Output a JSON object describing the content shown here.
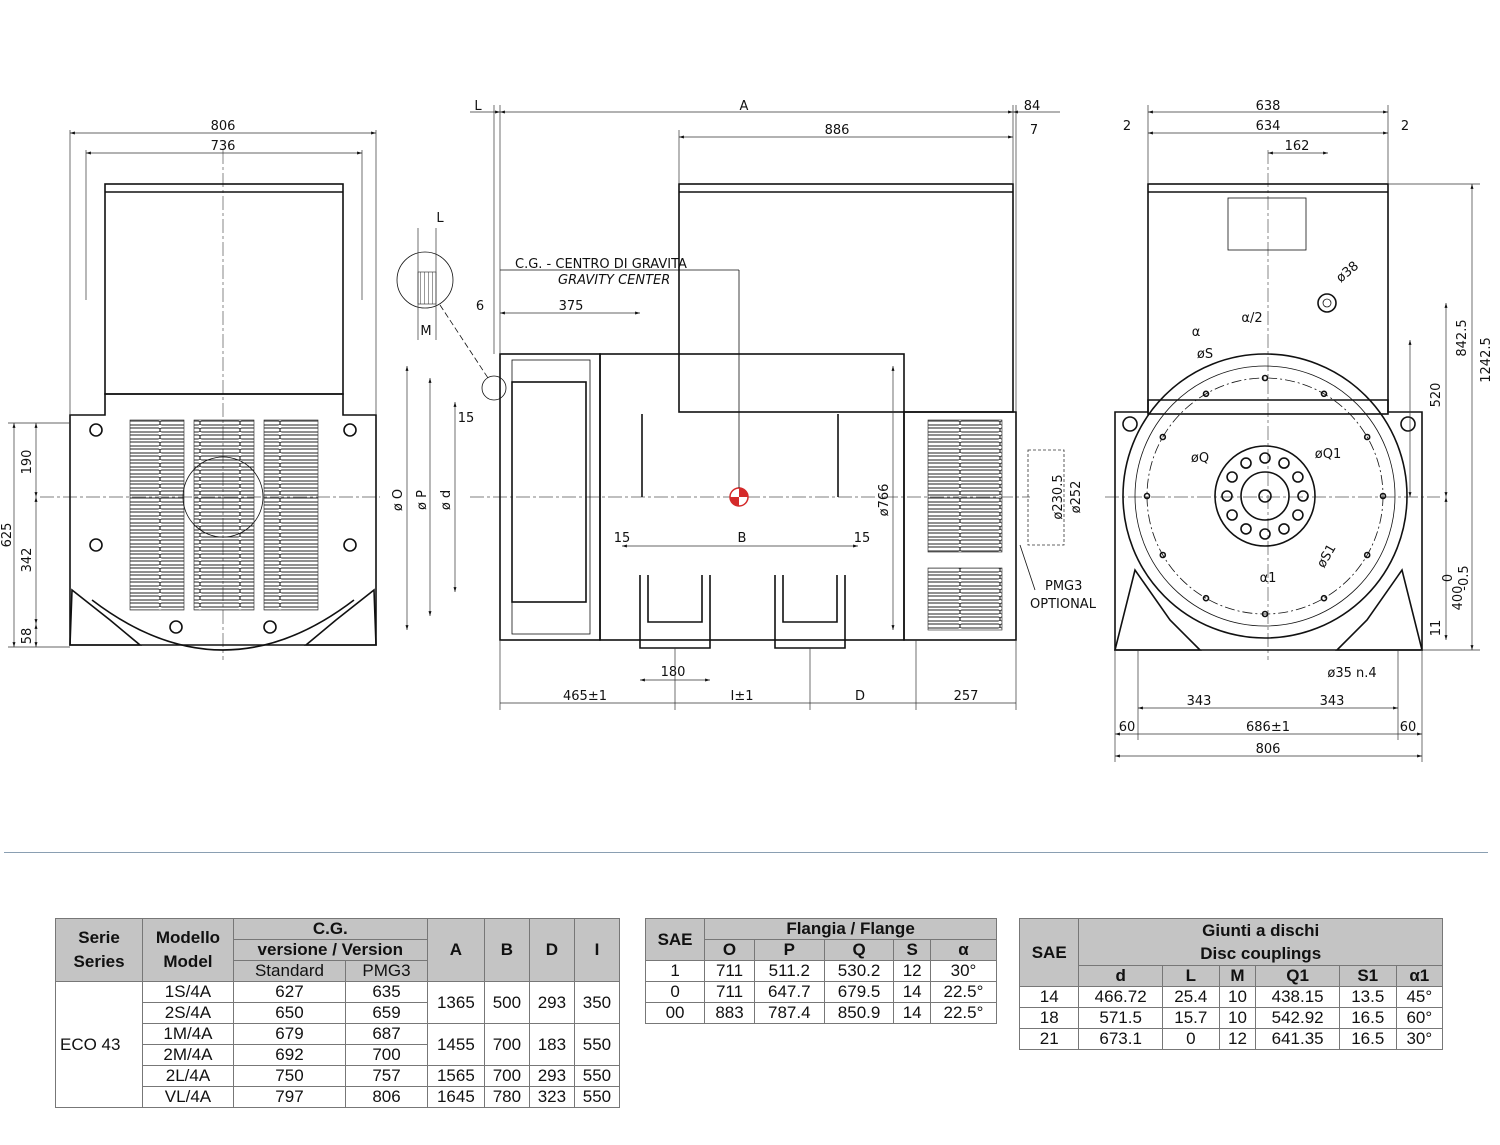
{
  "drawing": {
    "front_view": {
      "width_total": "806",
      "width_inner": "736",
      "heights": [
        "625",
        "190",
        "342",
        "58"
      ]
    },
    "side_view": {
      "labels": {
        "A": "A",
        "L_top": "L",
        "d84": "84",
        "d886": "886",
        "d7": "7",
        "cg_line1": "C.G. -  CENTRO DI GRAVITA",
        "cg_line2": "GRAVITY CENTER",
        "d6": "6",
        "d375": "375",
        "d15a": "15",
        "d15b": "15",
        "d15c": "15",
        "B": "B",
        "phiO": "ø O",
        "phiP": "ø P",
        "phid": "ø d",
        "phi766": "ø766",
        "phi230": "ø230.5",
        "phi252": "ø252",
        "pmg3": "PMG3",
        "optional": "OPTIONAL",
        "d180": "180",
        "d465": "465±1",
        "I": "I±1",
        "D": "D",
        "d257": "257",
        "detail_L": "L",
        "detail_M": "M"
      }
    },
    "end_view": {
      "labels": {
        "d638": "638",
        "d634": "634",
        "d2a": "2",
        "d2b": "2",
        "d162": "162",
        "phi38": "ø38",
        "alpha": "α",
        "alpha2": "α/2",
        "phiS": "øS",
        "phiQ": "øQ",
        "phiQ1": "øQ1",
        "phiS1": "øS1",
        "alpha1": "α1",
        "d842": "842.5",
        "d1242": "1242.5",
        "d520": "520",
        "d400": "400",
        "tol_hi": "0",
        "tol_lo": "-0.5",
        "d11": "11",
        "phi35": "ø35 n.4",
        "d343a": "343",
        "d343b": "343",
        "d60a": "60",
        "d686": "686±1",
        "d60b": "60",
        "d806": "806"
      }
    }
  },
  "model_table": {
    "h_serie": "Serie",
    "h_series": "Series",
    "h_modello": "Modello",
    "h_model": "Model",
    "h_cg": "C.G.",
    "h_versione": "versione / Version",
    "h_standard": "Standard",
    "h_pmg3": "PMG3",
    "h_A": "A",
    "h_B": "B",
    "h_D": "D",
    "h_I": "I",
    "series_name": "ECO 43",
    "rows": [
      {
        "model": "1S/4A",
        "std": "627",
        "pmg3": "635"
      },
      {
        "model": "2S/4A",
        "std": "650",
        "pmg3": "659"
      },
      {
        "model": "1M/4A",
        "std": "679",
        "pmg3": "687"
      },
      {
        "model": "2M/4A",
        "std": "692",
        "pmg3": "700"
      },
      {
        "model": "2L/4A",
        "std": "750",
        "pmg3": "757"
      },
      {
        "model": "VL/4A",
        "std": "797",
        "pmg3": "806"
      }
    ],
    "groups": [
      {
        "A": "1365",
        "B": "500",
        "D": "293",
        "I": "350"
      },
      {
        "A": "1455",
        "B": "700",
        "D": "183",
        "I": "550"
      },
      {
        "A": "1565",
        "B": "700",
        "D": "293",
        "I": "550"
      },
      {
        "A": "1645",
        "B": "780",
        "D": "323",
        "I": "550"
      }
    ]
  },
  "flange_table": {
    "h_sae": "SAE",
    "h_title": "Flangia / Flange",
    "cols": [
      "O",
      "P",
      "Q",
      "S",
      "α"
    ],
    "rows": [
      [
        "1",
        "711",
        "511.2",
        "530.2",
        "12",
        "30°"
      ],
      [
        "0",
        "711",
        "647.7",
        "679.5",
        "14",
        "22.5°"
      ],
      [
        "00",
        "883",
        "787.4",
        "850.9",
        "14",
        "22.5°"
      ]
    ]
  },
  "disc_table": {
    "h_sae": "SAE",
    "h_title1": "Giunti a dischi",
    "h_title2": "Disc couplings",
    "cols": [
      "d",
      "L",
      "M",
      "Q1",
      "S1",
      "α1"
    ],
    "rows": [
      [
        "14",
        "466.72",
        "25.4",
        "10",
        "438.15",
        "13.5",
        "45°"
      ],
      [
        "18",
        "571.5",
        "15.7",
        "10",
        "542.92",
        "16.5",
        "60°"
      ],
      [
        "21",
        "673.1",
        "0",
        "12",
        "641.35",
        "16.5",
        "30°"
      ]
    ]
  },
  "colors": {
    "cg_marker": "#d42a2a",
    "table_header": "#c4c4c4",
    "separator": "#8a9fb2"
  }
}
